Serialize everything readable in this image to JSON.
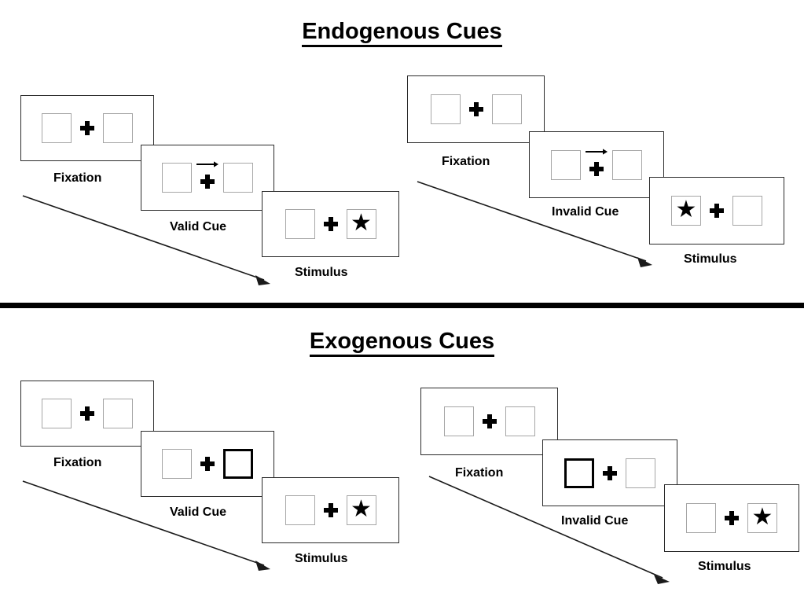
{
  "sections": [
    {
      "title": "Endogenous Cues",
      "cue_type": "arrow",
      "conditions": [
        {
          "name": "valid",
          "panels": [
            {
              "label": "Fixation",
              "left_box": "empty",
              "right_box": "empty",
              "cue": "none",
              "cued_side": "none"
            },
            {
              "label": "Valid Cue",
              "left_box": "empty",
              "right_box": "empty",
              "cue": "arrow-right",
              "cued_side": "right"
            },
            {
              "label": "Stimulus",
              "left_box": "empty",
              "right_box": "star",
              "cue": "none",
              "cued_side": "none"
            }
          ]
        },
        {
          "name": "invalid",
          "panels": [
            {
              "label": "Fixation",
              "left_box": "empty",
              "right_box": "empty",
              "cue": "none",
              "cued_side": "none"
            },
            {
              "label": "Invalid Cue",
              "left_box": "empty",
              "right_box": "empty",
              "cue": "arrow-right",
              "cued_side": "right"
            },
            {
              "label": "Stimulus",
              "left_box": "star",
              "right_box": "empty",
              "cue": "none",
              "cued_side": "none"
            }
          ]
        }
      ]
    },
    {
      "title": "Exogenous Cues",
      "cue_type": "box-flash",
      "conditions": [
        {
          "name": "valid",
          "panels": [
            {
              "label": "Fixation",
              "left_box": "empty",
              "right_box": "empty",
              "cue": "none",
              "cued_side": "none"
            },
            {
              "label": "Valid Cue",
              "left_box": "empty",
              "right_box": "empty-cued",
              "cue": "none",
              "cued_side": "right"
            },
            {
              "label": "Stimulus",
              "left_box": "empty",
              "right_box": "star",
              "cue": "none",
              "cued_side": "none"
            }
          ]
        },
        {
          "name": "invalid",
          "panels": [
            {
              "label": "Fixation",
              "left_box": "empty",
              "right_box": "empty",
              "cue": "none",
              "cued_side": "none"
            },
            {
              "label": "Invalid Cue",
              "left_box": "empty-cued",
              "right_box": "empty",
              "cue": "none",
              "cued_side": "left"
            },
            {
              "label": "Stimulus",
              "left_box": "empty",
              "right_box": "star",
              "cue": "none",
              "cued_side": "none"
            }
          ]
        }
      ]
    }
  ],
  "glyphs": {
    "star": "★",
    "fixation_cross": "plus-icon",
    "cue_arrow": "arrow-right-icon"
  },
  "colors": {
    "ink": "#000000",
    "frame_border": "#2b2b2b",
    "box_border": "#a6a6a6",
    "cued_box_border": "#000000",
    "background": "#ffffff",
    "divider": "#000000"
  }
}
